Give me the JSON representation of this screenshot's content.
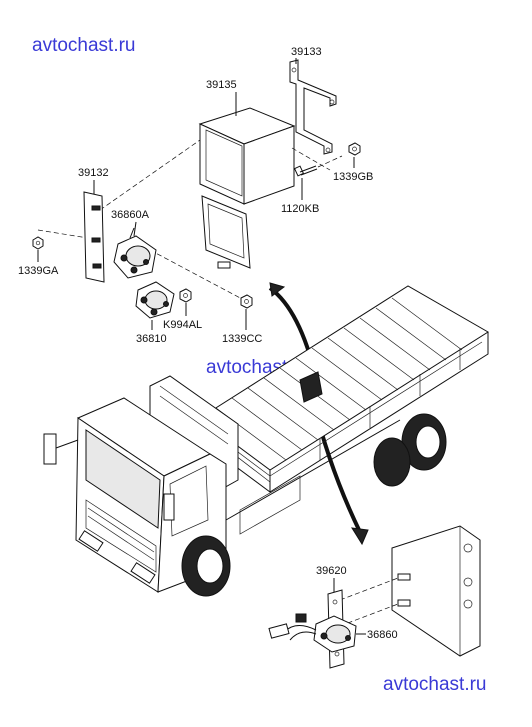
{
  "watermarks": [
    "avtochast.ru",
    "avtochast.ru",
    "avtochast.ru"
  ],
  "labels": {
    "p39133": "39133",
    "p39135": "39135",
    "p1339GB": "1339GB",
    "p39132": "39132",
    "p1120KB": "1120KB",
    "p36860A": "36860A",
    "p1339GA": "1339GA",
    "pK994AL": "K994AL",
    "p36810": "36810",
    "p1339CC": "1339CC",
    "p39620": "39620",
    "p36860": "36860"
  }
}
